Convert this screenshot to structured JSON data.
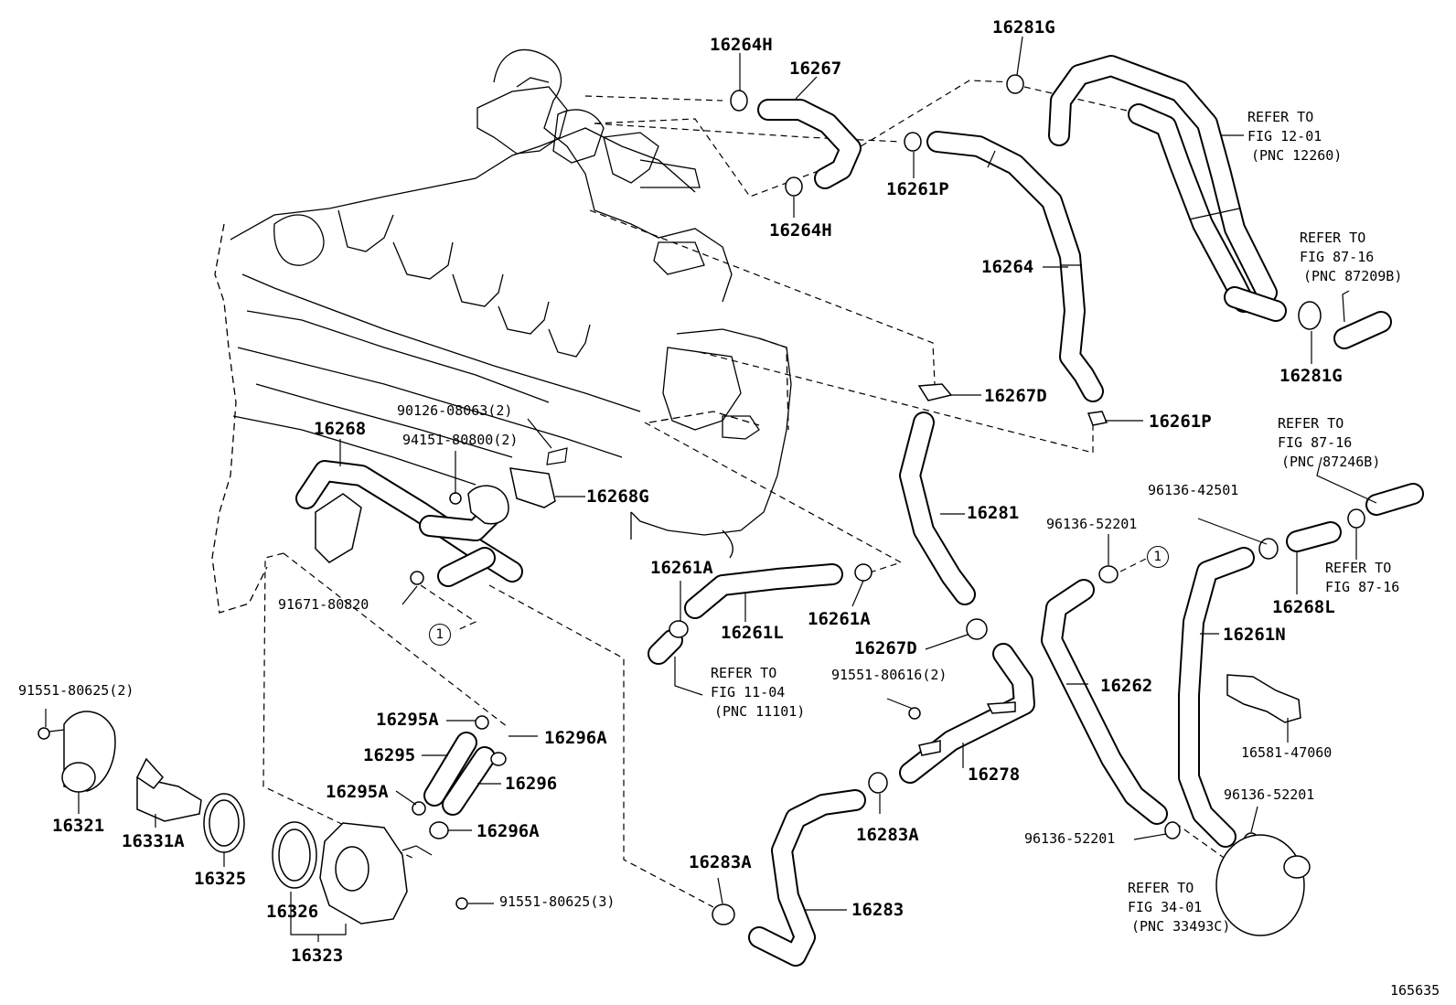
{
  "figure_id": "165635",
  "callout_symbol": "1",
  "labels": {
    "p16264H_top": "16264H",
    "p16267_top": "16267",
    "p16281G_top": "16281G",
    "p16261P_top": "16261P",
    "p16264H_bot": "16264H",
    "p16264": "16264",
    "p16281G_right": "16281G",
    "p16267D_top": "16267D",
    "p16261P_mid": "16261P",
    "p90126": "90126-08063(2)",
    "p94151": "94151-80800(2)",
    "p16268": "16268",
    "p16268G": "16268G",
    "p16281": "16281",
    "p96136_42501": "96136-42501",
    "p96136_52201_a": "96136-52201",
    "p16268L": "16268L",
    "p16261N": "16261N",
    "p16261A_left": "16261A",
    "p16261L": "16261L",
    "p16261A_right": "16261A",
    "p91671": "91671-80820",
    "p16267D_bot": "16267D",
    "p91551_80616": "91551-80616(2)",
    "p16262": "16262",
    "p16581": "16581-47060",
    "p91551_80625_2": "91551-80625(2)",
    "p16295A_top": "16295A",
    "p16296A_top": "16296A",
    "p16295": "16295",
    "p16296": "16296",
    "p16295A_bot": "16295A",
    "p16296A_bot": "16296A",
    "p16278": "16278",
    "p16283A_right": "16283A",
    "p96136_52201_b": "96136-52201",
    "p96136_52201_c": "96136-52201",
    "p16321": "16321",
    "p16331A": "16331A",
    "p16325": "16325",
    "p16283A_left": "16283A",
    "p91551_80625_3": "91551-80625(3)",
    "p16326": "16326",
    "p16283": "16283",
    "p16323": "16323"
  },
  "references": {
    "fig12_01": [
      "REFER TO",
      "FIG 12-01",
      "(PNC 12260)"
    ],
    "fig87_16_a": [
      "REFER TO",
      "FIG 87-16",
      "(PNC 87209B)"
    ],
    "fig87_16_b": [
      "REFER TO",
      "FIG 87-16",
      "(PNC 87246B)"
    ],
    "fig87_16_c": [
      "REFER TO",
      "FIG 87-16"
    ],
    "fig11_04": [
      "REFER TO",
      "FIG 11-04",
      "(PNC 11101)"
    ],
    "fig34_01": [
      "REFER TO",
      "FIG 34-01",
      "(PNC 33493C)"
    ]
  }
}
